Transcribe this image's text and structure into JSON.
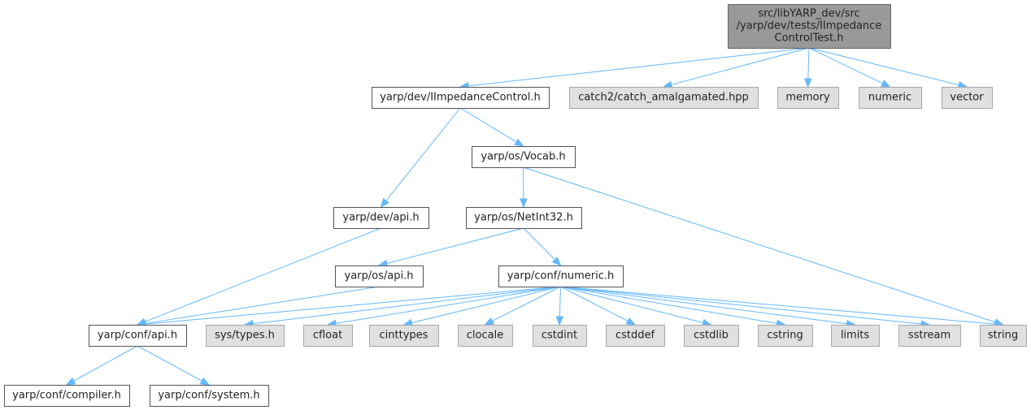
{
  "graph": {
    "nodes": [
      {
        "id": "root",
        "kind": "root",
        "lines": [
          "src/libYARP_dev/src",
          "/yarp/dev/tests/IImpedance",
          "ControlTest.h"
        ]
      },
      {
        "id": "iimpedance",
        "kind": "local",
        "lines": [
          "yarp/dev/IImpedanceControl.h"
        ]
      },
      {
        "id": "catch2",
        "kind": "system",
        "lines": [
          "catch2/catch_amalgamated.hpp"
        ]
      },
      {
        "id": "memory",
        "kind": "system",
        "lines": [
          "memory"
        ]
      },
      {
        "id": "numeric",
        "kind": "system",
        "lines": [
          "numeric"
        ]
      },
      {
        "id": "vector",
        "kind": "system",
        "lines": [
          "vector"
        ]
      },
      {
        "id": "vocab",
        "kind": "local",
        "lines": [
          "yarp/os/Vocab.h"
        ]
      },
      {
        "id": "devapi",
        "kind": "local",
        "lines": [
          "yarp/dev/api.h"
        ]
      },
      {
        "id": "netint32",
        "kind": "local",
        "lines": [
          "yarp/os/NetInt32.h"
        ]
      },
      {
        "id": "osapi",
        "kind": "local",
        "lines": [
          "yarp/os/api.h"
        ]
      },
      {
        "id": "confnumeric",
        "kind": "local",
        "lines": [
          "yarp/conf/numeric.h"
        ]
      },
      {
        "id": "confapi",
        "kind": "local",
        "lines": [
          "yarp/conf/api.h"
        ]
      },
      {
        "id": "systypes",
        "kind": "system",
        "lines": [
          "sys/types.h"
        ]
      },
      {
        "id": "cfloat",
        "kind": "system",
        "lines": [
          "cfloat"
        ]
      },
      {
        "id": "cinttypes",
        "kind": "system",
        "lines": [
          "cinttypes"
        ]
      },
      {
        "id": "clocale",
        "kind": "system",
        "lines": [
          "clocale"
        ]
      },
      {
        "id": "cstdint",
        "kind": "system",
        "lines": [
          "cstdint"
        ]
      },
      {
        "id": "cstddef",
        "kind": "system",
        "lines": [
          "cstddef"
        ]
      },
      {
        "id": "cstdlib",
        "kind": "system",
        "lines": [
          "cstdlib"
        ]
      },
      {
        "id": "cstring",
        "kind": "system",
        "lines": [
          "cstring"
        ]
      },
      {
        "id": "limits",
        "kind": "system",
        "lines": [
          "limits"
        ]
      },
      {
        "id": "sstream",
        "kind": "system",
        "lines": [
          "sstream"
        ]
      },
      {
        "id": "string",
        "kind": "system",
        "lines": [
          "string"
        ]
      },
      {
        "id": "compiler",
        "kind": "local",
        "lines": [
          "yarp/conf/compiler.h"
        ]
      },
      {
        "id": "system",
        "kind": "local",
        "lines": [
          "yarp/conf/system.h"
        ]
      }
    ],
    "edges": [
      {
        "from": "root",
        "to": "iimpedance"
      },
      {
        "from": "root",
        "to": "catch2"
      },
      {
        "from": "root",
        "to": "memory"
      },
      {
        "from": "root",
        "to": "numeric"
      },
      {
        "from": "root",
        "to": "vector"
      },
      {
        "from": "iimpedance",
        "to": "vocab"
      },
      {
        "from": "iimpedance",
        "to": "devapi"
      },
      {
        "from": "vocab",
        "to": "netint32"
      },
      {
        "from": "vocab",
        "to": "string"
      },
      {
        "from": "devapi",
        "to": "confapi"
      },
      {
        "from": "netint32",
        "to": "osapi"
      },
      {
        "from": "netint32",
        "to": "confnumeric"
      },
      {
        "from": "osapi",
        "to": "confapi"
      },
      {
        "from": "confnumeric",
        "to": "confapi"
      },
      {
        "from": "confnumeric",
        "to": "systypes"
      },
      {
        "from": "confnumeric",
        "to": "cfloat"
      },
      {
        "from": "confnumeric",
        "to": "cinttypes"
      },
      {
        "from": "confnumeric",
        "to": "clocale"
      },
      {
        "from": "confnumeric",
        "to": "cstdint"
      },
      {
        "from": "confnumeric",
        "to": "cstddef"
      },
      {
        "from": "confnumeric",
        "to": "cstdlib"
      },
      {
        "from": "confnumeric",
        "to": "cstring"
      },
      {
        "from": "confnumeric",
        "to": "limits"
      },
      {
        "from": "confnumeric",
        "to": "sstream"
      },
      {
        "from": "confnumeric",
        "to": "string"
      },
      {
        "from": "confapi",
        "to": "compiler"
      },
      {
        "from": "confapi",
        "to": "system"
      }
    ]
  }
}
